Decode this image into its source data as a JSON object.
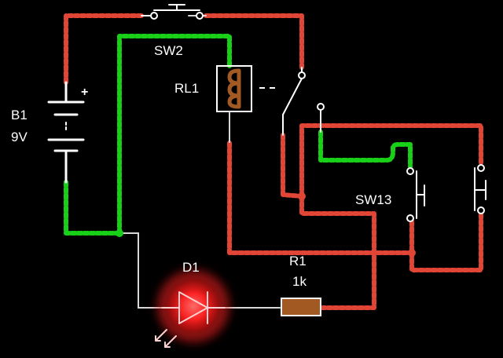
{
  "components": {
    "battery": {
      "name": "B1",
      "value": "9V",
      "polarity": "+"
    },
    "relay": {
      "name": "RL1"
    },
    "switch_top": {
      "name": "SW2"
    },
    "switch_overlap": {
      "name": "SW13"
    },
    "led": {
      "name": "D1",
      "state": "on",
      "glow_color": "#ff2a2a"
    },
    "resistor": {
      "name": "R1",
      "value": "1k"
    }
  },
  "wire_colors": {
    "high": "#e04535",
    "low": "#18d018",
    "neutral": "#d8d8d8",
    "resistor_body": "#a35a22",
    "relay_coil": "#a35a22"
  }
}
